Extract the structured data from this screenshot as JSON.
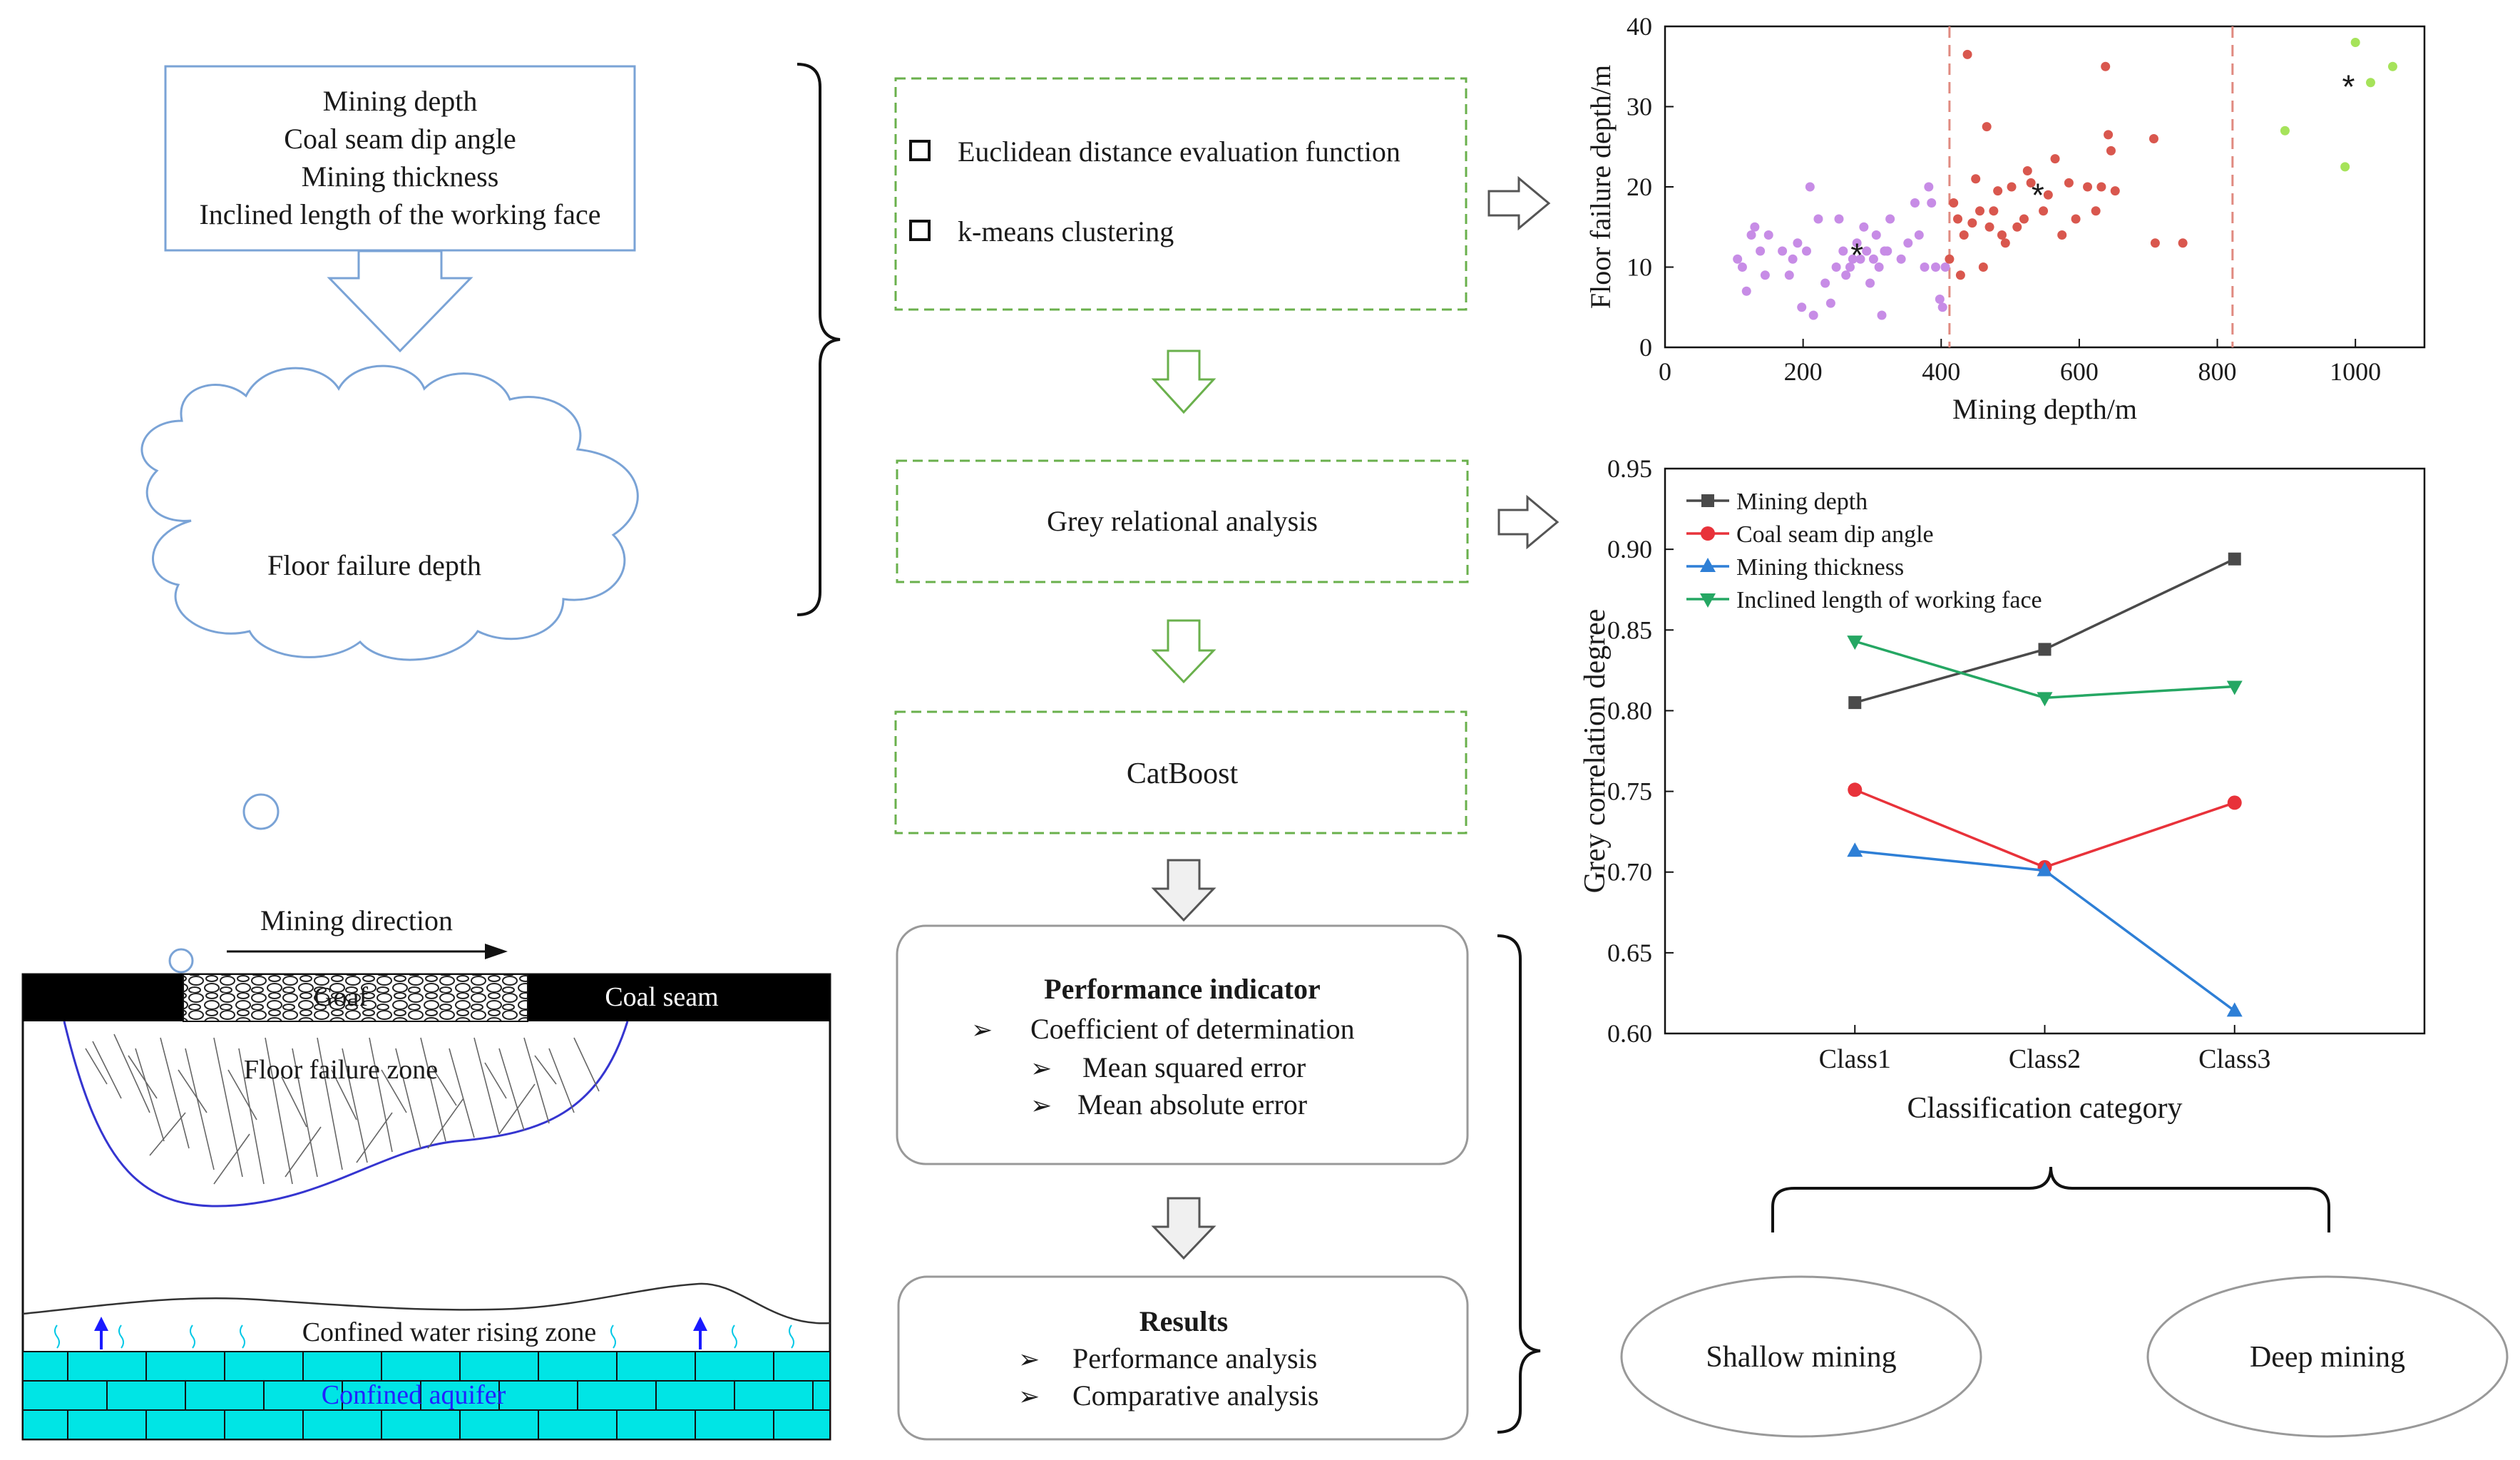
{
  "inputs_box": {
    "lines": [
      "Mining depth",
      "Coal seam dip angle",
      "Mining thickness",
      "Inclined length of the working face"
    ]
  },
  "cloud_label": "Floor failure depth",
  "methods_box": {
    "items": [
      "Euclidean distance evaluation function",
      "k-means clustering"
    ]
  },
  "gra_label": "Grey relational analysis",
  "catboost_label": "CatBoost",
  "performance_box": {
    "title": "Performance indicator",
    "items": [
      "Coefficient of determination",
      "Mean squared error",
      "Mean absolute error"
    ]
  },
  "results_box": {
    "title": "Results",
    "items": [
      "Performance analysis",
      "Comparative analysis"
    ]
  },
  "section": {
    "mining_direction": "Mining direction",
    "goaf": "Goaf",
    "coal_seam": "Coal seam",
    "floor_failure_zone": "Floor failure zone",
    "confined_water_rising_zone": "Confined water rising zone",
    "confined_aquifer": "Confined aquifer"
  },
  "ovals": [
    "Shallow mining",
    "Deep mining"
  ],
  "colors": {
    "green_dash": "#6ab04c",
    "blue_box": "#7aa3d6",
    "purple_points": "#c78ce6",
    "red_points": "#d9574e",
    "green_points": "#a6e35a",
    "cut_line": "#e08a80",
    "aquifer": "#00e5e5",
    "failure_curve": "#3535d0"
  },
  "chart_data": [
    {
      "type": "scatter",
      "xlabel": "Mining depth/m",
      "ylabel": "Floor failure depth/m",
      "xlim": [
        0,
        1100
      ],
      "ylim": [
        0,
        40
      ],
      "xticks": [
        0,
        200,
        400,
        600,
        800,
        1000
      ],
      "yticks": [
        0,
        10,
        20,
        30,
        40
      ],
      "vlines": [
        412,
        822
      ],
      "series": [
        {
          "color": "#c78ce6",
          "points": [
            [
              105,
              11
            ],
            [
              112,
              10
            ],
            [
              118,
              7
            ],
            [
              125,
              14
            ],
            [
              130,
              15
            ],
            [
              138,
              12
            ],
            [
              145,
              9
            ],
            [
              150,
              14
            ],
            [
              170,
              12
            ],
            [
              180,
              9
            ],
            [
              185,
              11
            ],
            [
              192,
              13
            ],
            [
              198,
              5
            ],
            [
              205,
              12
            ],
            [
              210,
              20
            ],
            [
              215,
              4
            ],
            [
              222,
              16
            ],
            [
              232,
              8
            ],
            [
              240,
              5.5
            ],
            [
              248,
              10
            ],
            [
              252,
              16
            ],
            [
              258,
              12
            ],
            [
              262,
              9
            ],
            [
              268,
              10
            ],
            [
              272,
              11
            ],
            [
              278,
              13
            ],
            [
              283,
              11
            ],
            [
              288,
              15
            ],
            [
              292,
              12
            ],
            [
              297,
              8
            ],
            [
              302,
              11
            ],
            [
              306,
              14
            ],
            [
              310,
              10
            ],
            [
              314,
              4
            ],
            [
              318,
              12
            ],
            [
              322,
              12
            ],
            [
              326,
              16
            ],
            [
              342,
              11
            ],
            [
              352,
              13
            ],
            [
              362,
              18
            ],
            [
              368,
              14
            ],
            [
              376,
              10
            ],
            [
              382,
              20
            ],
            [
              386,
              18
            ],
            [
              392,
              10
            ],
            [
              398,
              6
            ],
            [
              402,
              5
            ],
            [
              406,
              10
            ]
          ]
        },
        {
          "color": "#d9574e",
          "points": [
            [
              412,
              11
            ],
            [
              418,
              18
            ],
            [
              424,
              16
            ],
            [
              428,
              9
            ],
            [
              433,
              14
            ],
            [
              438,
              36.5
            ],
            [
              445,
              15.5
            ],
            [
              450,
              21
            ],
            [
              456,
              17
            ],
            [
              461,
              10
            ],
            [
              466,
              27.5
            ],
            [
              470,
              15
            ],
            [
              476,
              17
            ],
            [
              482,
              19.5
            ],
            [
              488,
              14
            ],
            [
              493,
              13
            ],
            [
              502,
              20
            ],
            [
              510,
              15
            ],
            [
              520,
              16
            ],
            [
              525,
              22
            ],
            [
              530,
              20.5
            ],
            [
              548,
              17
            ],
            [
              555,
              19
            ],
            [
              565,
              23.5
            ],
            [
              575,
              14
            ],
            [
              585,
              20.5
            ],
            [
              595,
              16
            ],
            [
              612,
              20
            ],
            [
              624,
              17
            ],
            [
              632,
              20
            ],
            [
              638,
              35
            ],
            [
              642,
              26.5
            ],
            [
              646,
              24.5
            ],
            [
              652,
              19.5
            ],
            [
              708,
              26
            ],
            [
              710,
              13
            ],
            [
              750,
              13
            ]
          ]
        },
        {
          "color": "#a6e35a",
          "points": [
            [
              898,
              27
            ],
            [
              985,
              22.5
            ],
            [
              1000,
              38
            ],
            [
              1022,
              33
            ],
            [
              1054,
              35
            ]
          ]
        }
      ],
      "centroids": [
        [
          278,
          11.5
        ],
        [
          540,
          19
        ],
        [
          990,
          32.5
        ]
      ]
    },
    {
      "type": "line",
      "xlabel": "Classification category",
      "ylabel": "Grey correlation degree",
      "categories": [
        "Class1",
        "Class2",
        "Class3"
      ],
      "ylim": [
        0.6,
        0.95
      ],
      "yticks": [
        0.6,
        0.65,
        0.7,
        0.75,
        0.8,
        0.85,
        0.9,
        0.95
      ],
      "ytick_labels": [
        "0.60",
        "0.65",
        "0.70",
        "0.75",
        "0.80",
        "0.85",
        "0.90",
        "0.95"
      ],
      "legend": "top-left",
      "series": [
        {
          "name": "Mining depth",
          "values": [
            0.805,
            0.838,
            0.894
          ],
          "color": "#4a4a4a",
          "marker": "square"
        },
        {
          "name": "Coal seam dip angle",
          "values": [
            0.751,
            0.703,
            0.743
          ],
          "color": "#e8323a",
          "marker": "circle"
        },
        {
          "name": "Mining thickness",
          "values": [
            0.713,
            0.701,
            0.614
          ],
          "color": "#2e7fd6",
          "marker": "triangle-up"
        },
        {
          "name": "Inclined length of working face",
          "values": [
            0.843,
            0.808,
            0.815
          ],
          "color": "#25a763",
          "marker": "triangle-down"
        }
      ]
    }
  ]
}
